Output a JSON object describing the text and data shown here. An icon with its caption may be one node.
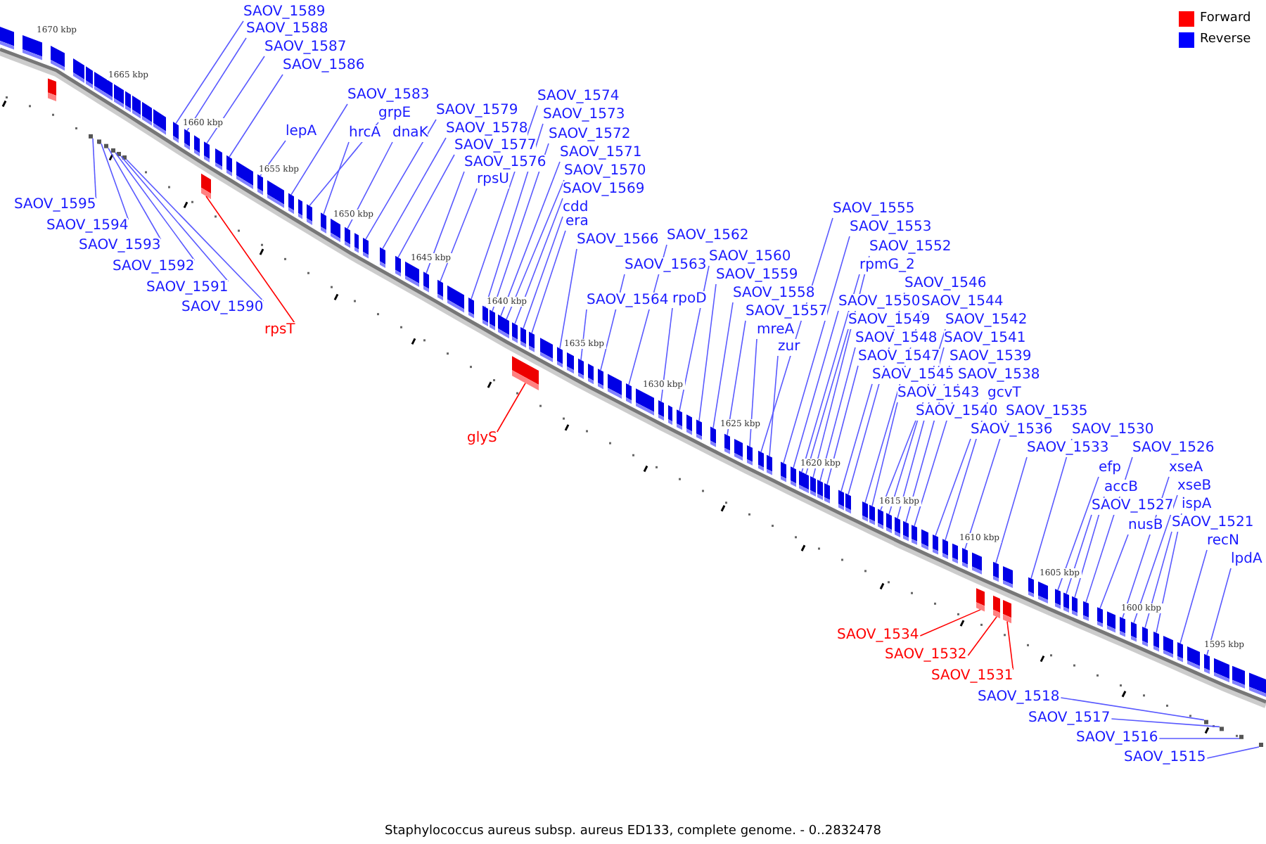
{
  "diagram": {
    "caption": "Staphylococcus aureus subsp. aureus ED133, complete genome. - 0..2832478",
    "nodes": [
      {
        "text": [
          "SAOV_1589"
        ]
      },
      {
        "text": [
          "SAOV_1588"
        ]
      },
      {
        "text": [
          "SAOV_1587"
        ]
      },
      {
        "text": [
          "SAOV_1586"
        ]
      },
      {
        "text": [
          "SAOV_1583"
        ]
      },
      {
        "text": [
          "SAOV_1579"
        ]
      },
      {
        "text": [
          "grpE"
        ]
      },
      {
        "text": [
          "SAOV_1578"
        ]
      },
      {
        "text": [
          "lepA"
        ]
      },
      {
        "text": [
          "hrcA"
        ]
      },
      {
        "text": [
          "dnaK"
        ]
      },
      {
        "text": [
          "SAOV_1577"
        ]
      },
      {
        "text": [
          "SAOV_1576"
        ]
      },
      {
        "text": [
          "rpsU"
        ]
      },
      {
        "text": [
          "SAOV_1574"
        ]
      },
      {
        "text": [
          "SAOV_1573"
        ]
      },
      {
        "text": [
          "SAOV_1572"
        ]
      },
      {
        "text": [
          "SAOV_1571"
        ]
      },
      {
        "text": [
          "SAOV_1570"
        ]
      },
      {
        "text": [
          "SAOV_1569"
        ]
      },
      {
        "text": [
          "cdd"
        ]
      },
      {
        "text": [
          "era"
        ]
      },
      {
        "text": [
          "SAOV_1566"
        ]
      },
      {
        "text": [
          "SAOV_1562"
        ]
      },
      {
        "text": [
          "SAOV_1563"
        ]
      },
      {
        "text": [
          "SAOV_1560"
        ]
      },
      {
        "text": [
          "SAOV_1559"
        ]
      },
      {
        "text": [
          "SAOV_1558"
        ]
      },
      {
        "text": [
          "rpoD"
        ]
      },
      {
        "text": [
          "SAOV_1564"
        ]
      },
      {
        "text": [
          "SAOV_1557"
        ]
      },
      {
        "text": [
          "mreA"
        ]
      },
      {
        "text": [
          "zur"
        ]
      },
      {
        "text": [
          "SAOV_1555"
        ]
      },
      {
        "text": [
          "SAOV_1553"
        ]
      },
      {
        "text": [
          "SAOV_1552"
        ]
      },
      {
        "text": [
          "rpmG_2"
        ]
      },
      {
        "text": [
          "SAOV_1546"
        ]
      },
      {
        "text": [
          "SAOV_1550"
        ]
      },
      {
        "text": [
          "SAOV_1544"
        ]
      },
      {
        "text": [
          "SAOV_1549"
        ]
      },
      {
        "text": [
          "SAOV_1542"
        ]
      },
      {
        "text": [
          "SAOV_1548"
        ]
      },
      {
        "text": [
          "SAOV_1541"
        ]
      },
      {
        "text": [
          "SAOV_1547"
        ]
      },
      {
        "text": [
          "SAOV_1539"
        ]
      },
      {
        "text": [
          "SAOV_1545"
        ]
      },
      {
        "text": [
          "SAOV_1538"
        ]
      },
      {
        "text": [
          "SAOV_1543"
        ]
      },
      {
        "text": [
          "gcvT"
        ]
      },
      {
        "text": [
          "SAOV_1540"
        ]
      },
      {
        "text": [
          "SAOV_1535"
        ]
      },
      {
        "text": [
          "SAOV_1536"
        ]
      },
      {
        "text": [
          "SAOV_1530"
        ]
      },
      {
        "text": [
          "SAOV_1533"
        ]
      },
      {
        "text": [
          "SAOV_1526"
        ]
      },
      {
        "text": [
          "efp"
        ]
      },
      {
        "text": [
          "xseA"
        ]
      },
      {
        "text": [
          "accB"
        ]
      },
      {
        "text": [
          "xseB"
        ]
      },
      {
        "text": [
          "SAOV_1527"
        ]
      },
      {
        "text": [
          "ispA"
        ]
      },
      {
        "text": [
          "nusB"
        ]
      },
      {
        "text": [
          "SAOV_1521"
        ]
      },
      {
        "text": [
          "recN"
        ]
      },
      {
        "text": [
          "lpdA"
        ]
      },
      {
        "text": [
          "SAOV_1595"
        ]
      },
      {
        "text": [
          "SAOV_1594"
        ]
      },
      {
        "text": [
          "SAOV_1593"
        ]
      },
      {
        "text": [
          "SAOV_1592"
        ]
      },
      {
        "text": [
          "SAOV_1591"
        ]
      },
      {
        "text": [
          "SAOV_1590"
        ]
      },
      {
        "text": [
          "rpsT"
        ]
      },
      {
        "text": [
          "glyS"
        ]
      },
      {
        "text": [
          "SAOV_1534"
        ]
      },
      {
        "text": [
          "SAOV_1532"
        ]
      },
      {
        "text": [
          "SAOV_1531"
        ]
      },
      {
        "text": [
          "SAOV_1518"
        ]
      },
      {
        "text": [
          "SAOV_1517"
        ]
      },
      {
        "text": [
          "SAOV_1516"
        ]
      },
      {
        "text": [
          "SAOV_1515"
        ]
      },
      {
        "text": [],
        "shape": "dot"
      },
      {
        "text": [],
        "shape": "dot"
      },
      {
        "text": [],
        "shape": "dot"
      },
      {
        "text": [],
        "shape": "dot"
      },
      {
        "text": [],
        "shape": "dot"
      },
      {
        "text": [],
        "shape": "dot"
      },
      {
        "text": [],
        "shape": "bar"
      },
      {
        "text": [],
        "shape": "bar"
      },
      {
        "text": [],
        "shape": "bar"
      },
      {
        "text": [],
        "shape": "bar"
      },
      {
        "text": [],
        "shape": "bar"
      },
      {
        "text": [],
        "shape": "bar"
      },
      {
        "text": [],
        "shape": "bar"
      },
      {
        "text": [],
        "shape": "bar"
      },
      {
        "text": [],
        "shape": "bar"
      },
      {
        "text": [],
        "shape": "bar"
      },
      {
        "text": [],
        "shape": "bar"
      },
      {
        "text": [],
        "shape": "bar"
      },
      {
        "text": [],
        "shape": "bar"
      },
      {
        "text": [],
        "shape": "bar"
      },
      {
        "text": [],
        "shape": "bar"
      },
      {
        "text": [],
        "shape": "bar"
      },
      {
        "text": [],
        "shape": "bar"
      },
      {
        "text": [],
        "shape": "bar"
      },
      {
        "text": [],
        "shape": "bar"
      },
      {
        "text": [],
        "shape": "bar"
      },
      {
        "text": [],
        "shape": "bar"
      },
      {
        "text": [],
        "shape": "bar"
      },
      {
        "text": [],
        "shape": "bar"
      },
      {
        "text": [],
        "shape": "bar"
      },
      {
        "text": [],
        "shape": "bar"
      },
      {
        "text": [],
        "shape": "bar"
      },
      {
        "text": [],
        "shape": "bar"
      },
      {
        "text": [],
        "shape": "bar"
      },
      {
        "text": [],
        "shape": "bar"
      },
      {
        "text": [],
        "shape": "bar"
      },
      {
        "text": [],
        "shape": "bar"
      },
      {
        "text": [],
        "shape": "bar"
      },
      {
        "text": [],
        "shape": "bar"
      },
      {
        "text": [],
        "shape": "bar"
      },
      {
        "text": [],
        "shape": "bar"
      },
      {
        "text": [],
        "shape": "bar"
      },
      {
        "text": [],
        "shape": "bar"
      },
      {
        "text": [],
        "shape": "bar"
      },
      {
        "text": [],
        "shape": "bar"
      },
      {
        "text": [],
        "shape": "bar"
      },
      {
        "text": [],
        "shape": "bar"
      },
      {
        "text": [],
        "shape": "bar"
      },
      {
        "text": [],
        "shape": "bar"
      },
      {
        "text": [],
        "shape": "bar"
      },
      {
        "text": [],
        "shape": "bar"
      },
      {
        "text": [],
        "shape": "bar"
      },
      {
        "text": [],
        "shape": "bar"
      },
      {
        "text": [],
        "shape": "bar"
      },
      {
        "text": [],
        "shape": "bar"
      },
      {
        "text": [],
        "shape": "bar"
      },
      {
        "text": [],
        "shape": "bar"
      },
      {
        "text": [],
        "shape": "bar"
      },
      {
        "text": [],
        "shape": "bar"
      },
      {
        "text": [],
        "shape": "bar"
      },
      {
        "text": [],
        "shape": "bar"
      },
      {
        "text": [],
        "shape": "bar"
      },
      {
        "text": [],
        "shape": "bar"
      },
      {
        "text": [],
        "shape": "bar"
      },
      {
        "text": [],
        "shape": "bar"
      },
      {
        "text": [],
        "shape": "bar"
      },
      {
        "text": [],
        "shape": "bar"
      },
      {
        "text": [],
        "shape": "bar"
      },
      {
        "text": [],
        "shape": "bar"
      },
      {
        "text": [],
        "shape": "bar"
      },
      {
        "text": [],
        "shape": "bar"
      },
      {
        "text": [],
        "shape": "bar"
      },
      {
        "text": [],
        "shape": "bar"
      },
      {
        "text": [],
        "shape": "bar"
      },
      {
        "text": [],
        "shape": "bar"
      },
      {
        "text": [],
        "shape": "bar"
      },
      {
        "text": [],
        "shape": "dot"
      },
      {
        "text": [],
        "shape": "bar"
      },
      {
        "text": [],
        "shape": "dot"
      },
      {
        "text": [],
        "shape": "dot"
      },
      {
        "text": [],
        "shape": "dot"
      }
    ],
    "edges": [
      {
        "from": 0,
        "to": 87,
        "arrow": "none"
      },
      {
        "from": 1,
        "to": 88,
        "arrow": "none"
      },
      {
        "from": 2,
        "to": 90,
        "arrow": "none"
      },
      {
        "from": 3,
        "to": 91,
        "arrow": "none"
      },
      {
        "from": 4,
        "to": 93,
        "arrow": "none"
      },
      {
        "from": 5,
        "to": 97,
        "arrow": "none"
      },
      {
        "from": 6,
        "to": 94,
        "arrow": "none"
      },
      {
        "from": 7,
        "to": 98,
        "arrow": "none"
      },
      {
        "from": 8,
        "to": 92,
        "arrow": "none"
      },
      {
        "from": 9,
        "to": 95,
        "arrow": "none"
      },
      {
        "from": 10,
        "to": 96,
        "arrow": "none"
      },
      {
        "from": 11,
        "to": 99,
        "arrow": "none"
      },
      {
        "from": 12,
        "to": 100,
        "arrow": "none"
      },
      {
        "from": 13,
        "to": 101,
        "arrow": "none"
      },
      {
        "from": 14,
        "to": 102,
        "arrow": "none"
      },
      {
        "from": 15,
        "to": 103,
        "arrow": "none"
      },
      {
        "from": 16,
        "to": 104,
        "arrow": "none"
      },
      {
        "from": 17,
        "to": 105,
        "arrow": "none"
      },
      {
        "from": 18,
        "to": 106,
        "arrow": "none"
      },
      {
        "from": 19,
        "to": 107,
        "arrow": "none"
      },
      {
        "from": 20,
        "to": 109,
        "arrow": "none"
      },
      {
        "from": 21,
        "to": 110,
        "arrow": "none"
      },
      {
        "from": 22,
        "to": 111,
        "arrow": "none"
      },
      {
        "from": 23,
        "to": 114,
        "arrow": "none"
      },
      {
        "from": 24,
        "to": 113,
        "arrow": "none"
      },
      {
        "from": 25,
        "to": 116,
        "arrow": "none"
      },
      {
        "from": 26,
        "to": 117,
        "arrow": "none"
      },
      {
        "from": 27,
        "to": 118,
        "arrow": "none"
      },
      {
        "from": 28,
        "to": 115,
        "arrow": "none"
      },
      {
        "from": 29,
        "to": 112,
        "arrow": "none"
      },
      {
        "from": 30,
        "to": 119,
        "arrow": "none"
      },
      {
        "from": 31,
        "to": 120,
        "arrow": "none"
      },
      {
        "from": 32,
        "to": 122,
        "arrow": "none"
      },
      {
        "from": 33,
        "to": 121,
        "arrow": "none"
      },
      {
        "from": 34,
        "to": 123,
        "arrow": "none"
      },
      {
        "from": 35,
        "to": 127,
        "arrow": "none"
      },
      {
        "from": 36,
        "to": 125,
        "arrow": "none"
      },
      {
        "from": 37,
        "to": 131,
        "arrow": "none"
      },
      {
        "from": 38,
        "to": 124,
        "arrow": "none"
      },
      {
        "from": 39,
        "to": 132,
        "arrow": "none"
      },
      {
        "from": 40,
        "to": 126,
        "arrow": "none"
      },
      {
        "from": 41,
        "to": 135,
        "arrow": "none"
      },
      {
        "from": 42,
        "to": 128,
        "arrow": "none"
      },
      {
        "from": 43,
        "to": 136,
        "arrow": "none"
      },
      {
        "from": 44,
        "to": 129,
        "arrow": "none"
      },
      {
        "from": 45,
        "to": 137,
        "arrow": "none"
      },
      {
        "from": 46,
        "to": 130,
        "arrow": "none"
      },
      {
        "from": 47,
        "to": 138,
        "arrow": "none"
      },
      {
        "from": 48,
        "to": 133,
        "arrow": "none"
      },
      {
        "from": 49,
        "to": 140,
        "arrow": "none"
      },
      {
        "from": 50,
        "to": 134,
        "arrow": "none"
      },
      {
        "from": 51,
        "to": 141,
        "arrow": "none"
      },
      {
        "from": 52,
        "to": 139,
        "arrow": "none"
      },
      {
        "from": 53,
        "to": 146,
        "arrow": "none"
      },
      {
        "from": 54,
        "to": 143,
        "arrow": "none"
      },
      {
        "from": 55,
        "to": 150,
        "arrow": "none"
      },
      {
        "from": 56,
        "to": 147,
        "arrow": "none"
      },
      {
        "from": 57,
        "to": 152,
        "arrow": "none"
      },
      {
        "from": 58,
        "to": 149,
        "arrow": "none"
      },
      {
        "from": 59,
        "to": 153,
        "arrow": "none"
      },
      {
        "from": 60,
        "to": 148,
        "arrow": "none"
      },
      {
        "from": 61,
        "to": 155,
        "arrow": "none"
      },
      {
        "from": 62,
        "to": 151,
        "arrow": "none"
      },
      {
        "from": 63,
        "to": 154,
        "arrow": "none"
      },
      {
        "from": 64,
        "to": 156,
        "arrow": "none"
      },
      {
        "from": 65,
        "to": 158,
        "arrow": "none"
      },
      {
        "from": 66,
        "to": 81,
        "arrow": "none"
      },
      {
        "from": 67,
        "to": 82,
        "arrow": "none"
      },
      {
        "from": 68,
        "to": 83,
        "arrow": "none"
      },
      {
        "from": 69,
        "to": 84,
        "arrow": "none"
      },
      {
        "from": 70,
        "to": 85,
        "arrow": "none"
      },
      {
        "from": 71,
        "to": 86,
        "arrow": "none"
      },
      {
        "from": 72,
        "to": 89,
        "arrow": "none",
        "color": "#ff0000"
      },
      {
        "from": 73,
        "to": 108,
        "arrow": "none",
        "color": "#ff0000"
      },
      {
        "from": 74,
        "to": 142,
        "arrow": "none",
        "color": "#ff0000"
      },
      {
        "from": 75,
        "to": 144,
        "arrow": "none",
        "color": "#ff0000"
      },
      {
        "from": 76,
        "to": 145,
        "arrow": "none",
        "color": "#ff0000"
      },
      {
        "from": 77,
        "to": 157,
        "arrow": "none"
      },
      {
        "from": 78,
        "to": 159,
        "arrow": "none"
      },
      {
        "from": 79,
        "to": 160,
        "arrow": "none"
      },
      {
        "from": 80,
        "to": 161,
        "arrow": "none"
      }
    ],
    "labels": [
      "1670 kbp",
      "1665 kbp",
      "1660 kbp",
      "1655 kbp",
      "1650 kbp",
      "1645 kbp",
      "1640 kbp",
      "1635 kbp",
      "1630 kbp",
      "1625 kbp",
      "1620 kbp",
      "1615 kbp",
      "1610 kbp",
      "1605 kbp",
      "1600 kbp",
      "1595 kbp"
    ],
    "legend": [
      {
        "text": "Forward",
        "color": "#ff0000"
      },
      {
        "text": "Reverse",
        "color": "#0000ff"
      }
    ]
  }
}
